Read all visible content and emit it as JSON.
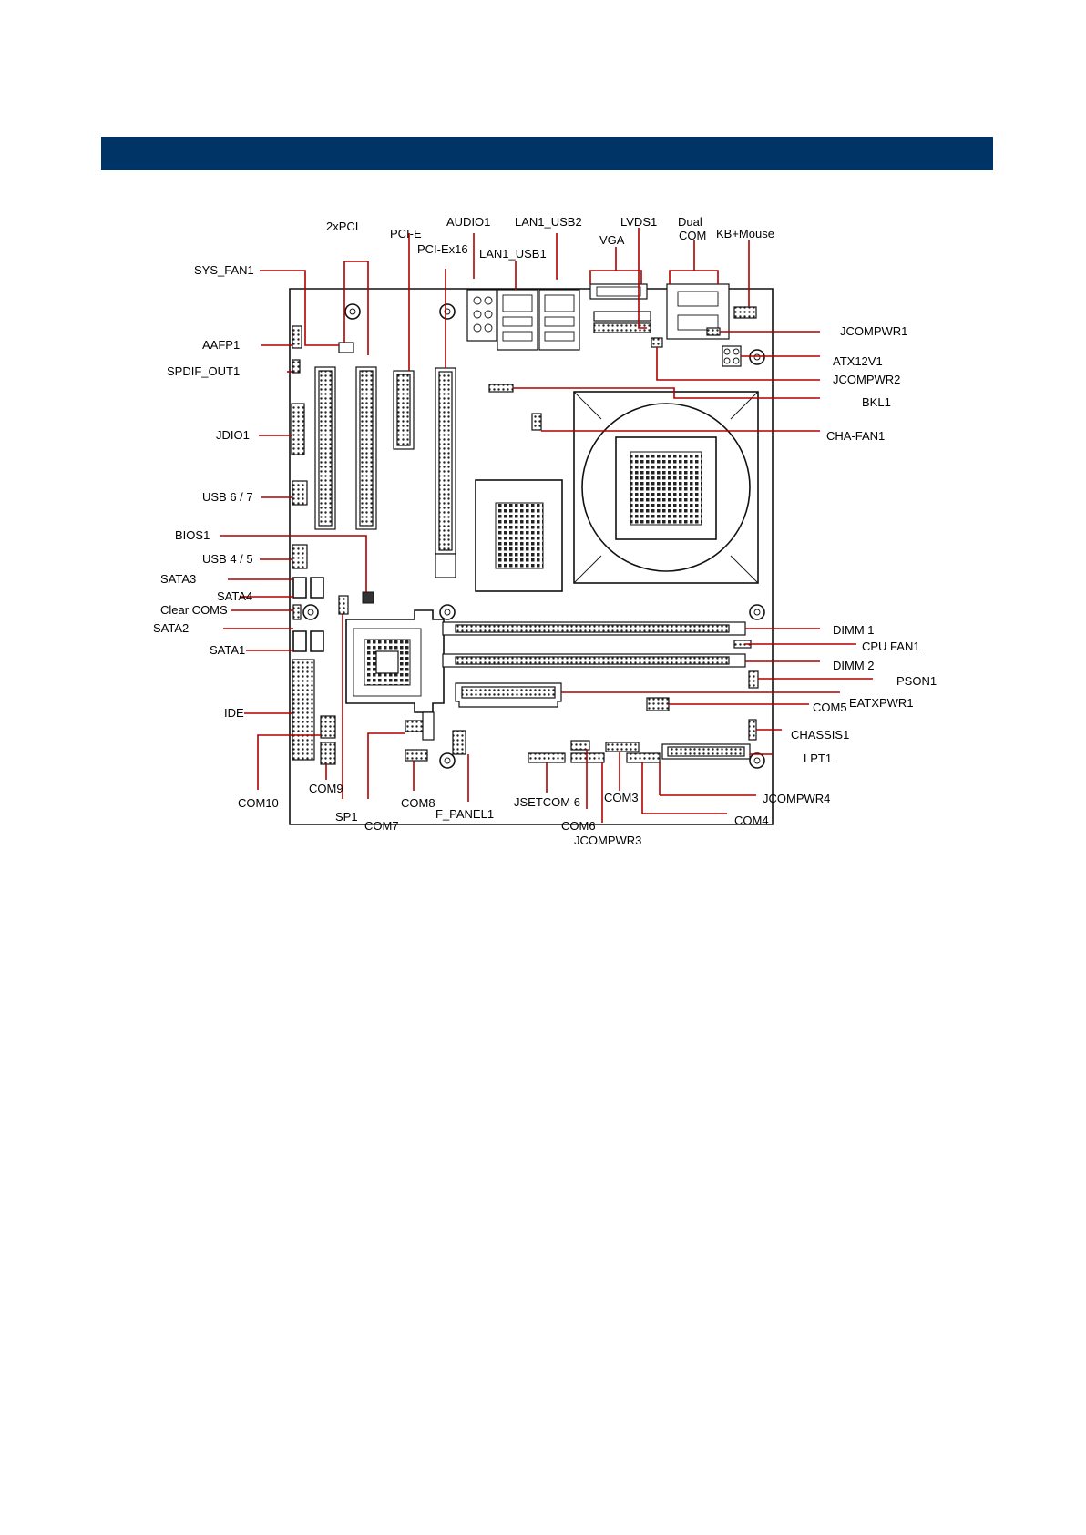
{
  "header": {
    "title": "",
    "color": "#003366"
  },
  "labels": {
    "two_pci": "2xPCI",
    "pci_e": "PCI-E",
    "pci_ex16": "PCI-Ex16",
    "audio1": "AUDIO1",
    "lan1_usb2": "LAN1_USB2",
    "lan1_usb1": "LAN1_USB1",
    "vga": "VGA",
    "lvds1": "LVDS1",
    "dual": "Dual",
    "com": "COM",
    "kb_mouse": "KB+Mouse",
    "sys_fan1": "SYS_FAN1",
    "aafp1": "AAFP1",
    "spdif_out1": "SPDIF_OUT1",
    "jdio1": "JDIO1",
    "usb67": "USB 6 / 7",
    "bios1": "BIOS1",
    "usb45": "USB 4 / 5",
    "sata3": "SATA3",
    "sata4": "SATA4",
    "clear_coms": "Clear COMS",
    "sata2": "SATA2",
    "sata1": "SATA1",
    "ide": "IDE",
    "com10": "COM10",
    "com9": "COM9",
    "sp1": "SP1",
    "com7": "COM7",
    "com8": "COM8",
    "f_panel1": "F_PANEL1",
    "jsetcom6": "JSETCOM 6",
    "com6": "COM6",
    "jcompwr3": "JCOMPWR3",
    "com3": "COM3",
    "com4": "COM4",
    "jcompwr4": "JCOMPWR4",
    "jcompwr1": "JCOMPWR1",
    "atx12v1": "ATX12V1",
    "jcompwr2": "JCOMPWR2",
    "bkl1": "BKL1",
    "cha_fan1": "CHA-FAN1",
    "dimm1": "DIMM 1",
    "cpu_fan1": "CPU FAN1",
    "dimm2": "DIMM 2",
    "pson1": "PSON1",
    "eatxpwr1": "EATXPWR1",
    "com5": "COM5",
    "chassis1": "CHASSIS1",
    "lpt1": "LPT1"
  },
  "colors": {
    "leader_line": "#b00000",
    "outline": "#111111"
  }
}
